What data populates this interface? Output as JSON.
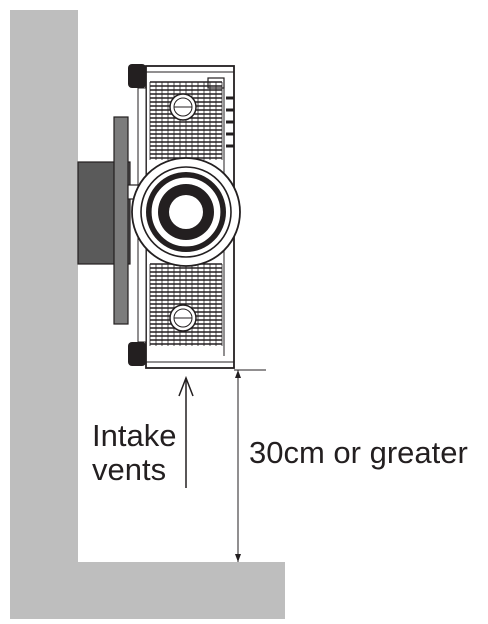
{
  "labels": {
    "intake_line1": "Intake",
    "intake_line2": "vents",
    "clearance": "30cm or greater"
  },
  "colors": {
    "wall": "#bebebe",
    "mount_plate": "#5a5a5a",
    "mount_bracket": "#7c7c7c",
    "outline": "#231f20",
    "background": "#ffffff"
  },
  "icons": [
    "arrow-up-icon",
    "dimension-arrow-icon"
  ]
}
